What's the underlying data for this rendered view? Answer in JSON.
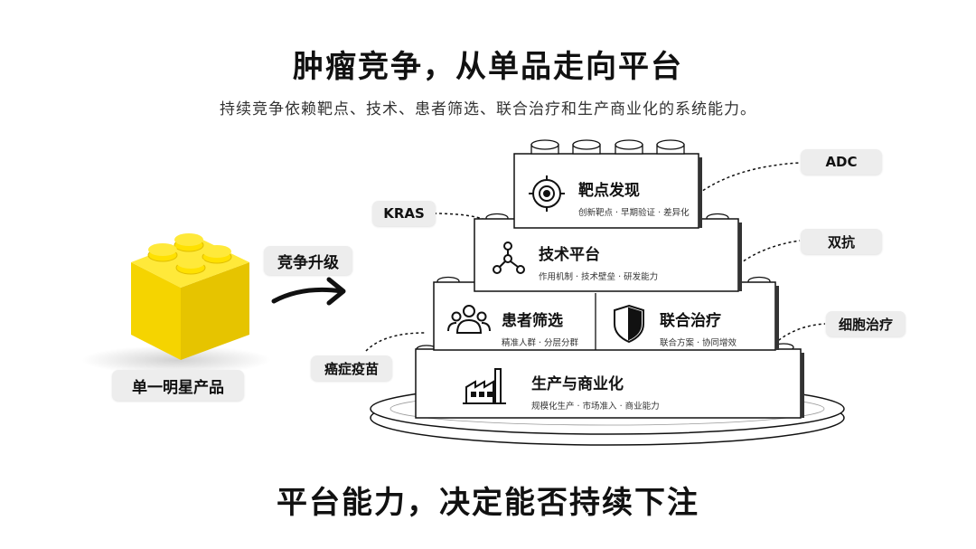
{
  "header": {
    "title": "肿瘤竞争，从单品走向平台",
    "subtitle": "持续竞争依赖靶点、技术、患者筛选、联合治疗和生产商业化的系统能力。"
  },
  "left": {
    "product_label": "单一明星产品",
    "arrow_label": "竞争升级"
  },
  "blocks": {
    "target": {
      "title": "靶点发现",
      "desc": "创新靶点 · 早期验证 · 差异化"
    },
    "tech": {
      "title": "技术平台",
      "desc": "作用机制 · 技术壁垒 · 研发能力"
    },
    "patient": {
      "title": "患者筛选",
      "desc": "精准人群 · 分层分群"
    },
    "combo": {
      "title": "联合治疗",
      "desc": "联合方案 · 协同增效"
    },
    "manufacturing": {
      "title": "生产与商业化",
      "desc": "规模化生产 · 市场准入 · 商业能力"
    }
  },
  "tags": {
    "kras": "KRAS",
    "adc": "ADC",
    "bispecific": "双抗",
    "cell_therapy": "细胞治疗",
    "cancer_vaccine": "癌症疫苗"
  },
  "footer": {
    "tagline": "平台能力，决定能否持续下注"
  },
  "colors": {
    "lego_yellow": "#FFE400",
    "lego_shadow": "#E6C800",
    "line": "#111111",
    "pill_bg": "#EDEDED"
  }
}
